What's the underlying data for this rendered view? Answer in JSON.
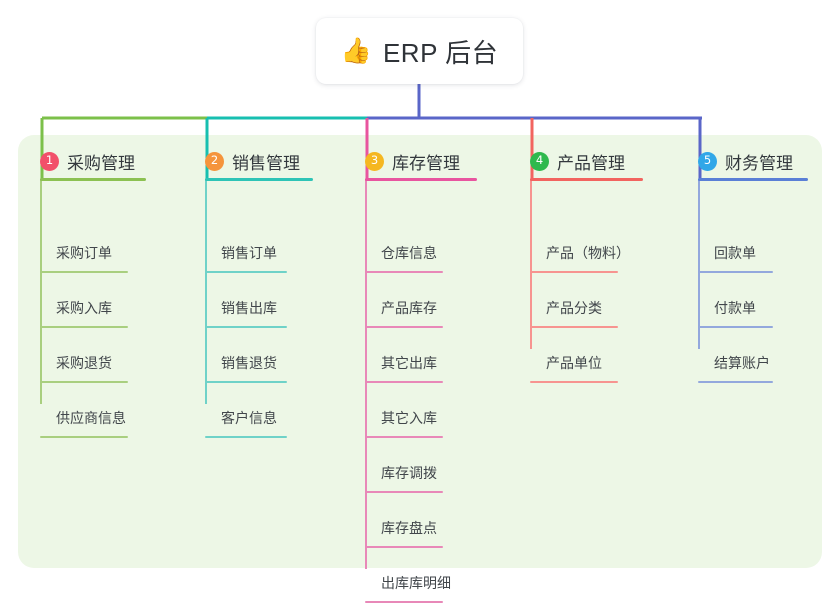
{
  "root": {
    "icon": "thumbs-up-icon",
    "emoji": "👍",
    "title": "ERP 后台"
  },
  "colors": {
    "panel_bg": "#edf7e6",
    "page_bg": "#ffffff",
    "text": "#33383d",
    "item_text": "#41464b",
    "green": "#7cc04a",
    "teal": "#17bfb0",
    "pink": "#e8559f",
    "salmon": "#f2645f",
    "indigo": "#5a66c8",
    "badge1": "#f2506a",
    "badge2": "#f5943c",
    "badge3": "#f5b721",
    "badge4": "#2fb94d",
    "badge5": "#31a7e8",
    "rule_green": "#8cc152",
    "rule_teal": "#2ec4b6",
    "rule_pink": "#e77bb0",
    "rule_salmon": "#f58b86",
    "rule_indigo": "#8a9ad6"
  },
  "columns": [
    {
      "number": "1",
      "title": "采购管理",
      "badge_color": "#f2506a",
      "rule_color": "#8cc152",
      "item_rule_color": "#a9cf7f",
      "stem_color": "#7cc04a",
      "items": [
        {
          "label": "采购订单"
        },
        {
          "label": "采购入库"
        },
        {
          "label": "采购退货"
        },
        {
          "label": "供应商信息"
        }
      ]
    },
    {
      "number": "2",
      "title": "销售管理",
      "badge_color": "#f5943c",
      "rule_color": "#2ec4b6",
      "item_rule_color": "#6fd2c8",
      "stem_color": "#17bfb0",
      "items": [
        {
          "label": "销售订单"
        },
        {
          "label": "销售出库"
        },
        {
          "label": "销售退货"
        },
        {
          "label": "客户信息"
        }
      ]
    },
    {
      "number": "3",
      "title": "库存管理",
      "badge_color": "#f5b721",
      "rule_color": "#e8559f",
      "item_rule_color": "#e888b8",
      "stem_color": "#e8559f",
      "items": [
        {
          "label": "仓库信息"
        },
        {
          "label": "产品库存"
        },
        {
          "label": "其它出库"
        },
        {
          "label": "其它入库"
        },
        {
          "label": "库存调拨"
        },
        {
          "label": "库存盘点"
        },
        {
          "label": "出库库明细"
        }
      ]
    },
    {
      "number": "4",
      "title": "产品管理",
      "badge_color": "#2fb94d",
      "rule_color": "#f2645f",
      "item_rule_color": "#f79490",
      "stem_color": "#f2645f",
      "items": [
        {
          "label": "产品（物料）"
        },
        {
          "label": "产品分类"
        },
        {
          "label": "产品单位"
        }
      ]
    },
    {
      "number": "5",
      "title": "财务管理",
      "badge_color": "#31a7e8",
      "rule_color": "#5a7fd6",
      "item_rule_color": "#93a8dd",
      "stem_color": "#5a66c8",
      "items": [
        {
          "label": "回款单"
        },
        {
          "label": "付款单"
        },
        {
          "label": "结算账户"
        }
      ]
    }
  ]
}
